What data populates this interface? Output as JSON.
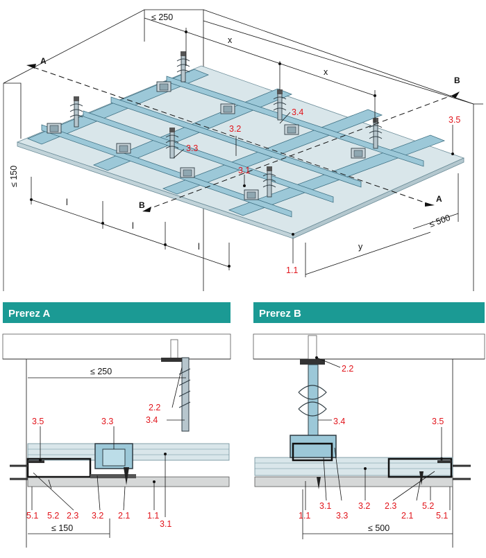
{
  "iso": {
    "dims": {
      "max250": "≤ 250",
      "x1": "x",
      "x2": "x",
      "max150": "≤ 150",
      "l1": "l",
      "l2": "l",
      "l3": "l",
      "max500": "≤ 500",
      "y": "y"
    },
    "sections": {
      "a_left": "A",
      "a_right": "A",
      "b_left": "B",
      "b_right": "B"
    },
    "labels": {
      "l34": "3.4",
      "l32": "3.2",
      "l33": "3.3",
      "l31": "3.1",
      "l35": "3.5",
      "l11": "1.1"
    }
  },
  "section_a": {
    "title": "Prerez A",
    "dims": {
      "max250": "≤ 250",
      "max150": "≤ 150"
    },
    "labels": {
      "l35": "3.5",
      "l33": "3.3",
      "l22": "2.2",
      "l34": "3.4",
      "l51": "5.1",
      "l52": "5.2",
      "l23": "2.3",
      "l32": "3.2",
      "l21": "2.1",
      "l11": "1.1",
      "l31": "3.1"
    }
  },
  "section_b": {
    "title": "Prerez B",
    "dims": {
      "max500": "≤ 500"
    },
    "labels": {
      "l22": "2.2",
      "l34": "3.4",
      "l35": "3.5",
      "l11": "1.1",
      "l31": "3.1",
      "l33": "3.3",
      "l32": "3.2",
      "l23": "2.3",
      "l21": "2.1",
      "l52": "5.2",
      "l51": "5.1"
    }
  },
  "colors": {
    "teal_bar": "#1b9a94",
    "red_label": "#e1141b",
    "profile_blue": "#9cc8d8"
  }
}
